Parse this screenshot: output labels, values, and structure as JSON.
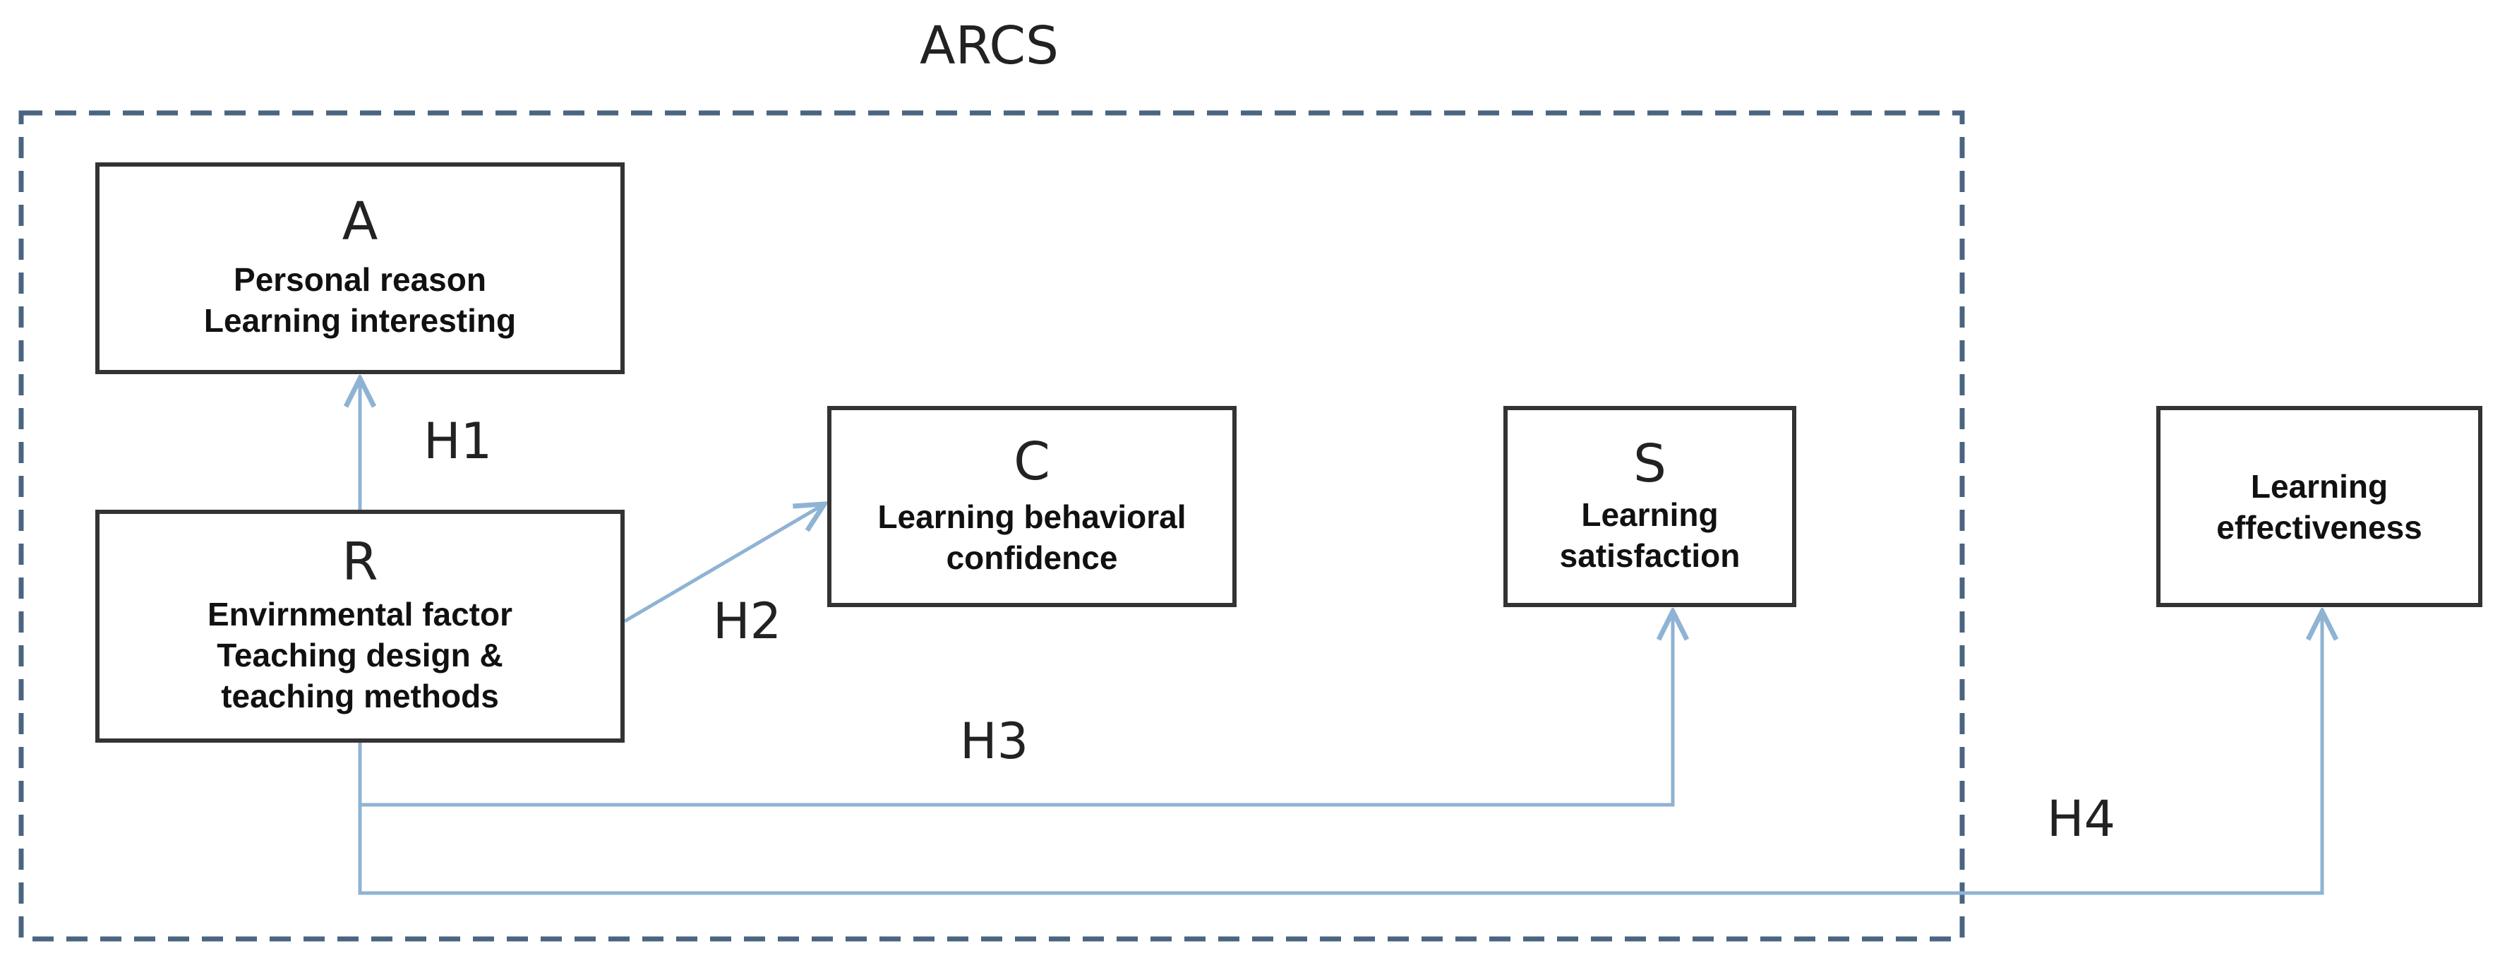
{
  "frame": {
    "title": "ARCS"
  },
  "nodes": {
    "a": {
      "letter": "A",
      "lines": [
        "Personal reason",
        "Learning interesting"
      ]
    },
    "r": {
      "letter": "R",
      "lines": [
        "Envirnmental factor",
        "Teaching design &",
        "teaching methods"
      ]
    },
    "c": {
      "letter": "C",
      "lines": [
        "Learning behavioral",
        "confidence"
      ]
    },
    "s": {
      "letter": "S",
      "lines": [
        "Learning",
        "satisfaction"
      ]
    },
    "e": {
      "lines": [
        "Learning",
        "effectiveness"
      ]
    }
  },
  "hypotheses": {
    "h1": "H1",
    "h2": "H2",
    "h3": "H3",
    "h4": "H4"
  },
  "colors": {
    "arrow": "#8fb3d3",
    "dashed_frame": "#4a6580",
    "box_border": "#333333"
  }
}
